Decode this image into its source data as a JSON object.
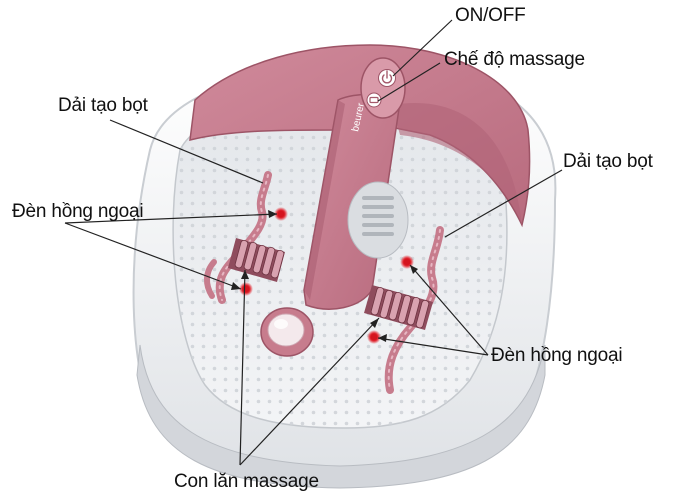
{
  "labels": {
    "on_off": "ON/OFF",
    "mode": "Chế độ massage",
    "bubble_left": "Dải tạo bọt",
    "bubble_right": "Dải tạo bọt",
    "infrared_left": "Đèn hồng ngoại",
    "infrared_right": "Đèn hồng ngoại",
    "roller": "Con lăn massage"
  },
  "device": {
    "brand": "beurer"
  },
  "colors": {
    "body": "#f2f3f5",
    "accent": "#c77c8d",
    "accent_dark": "#a55a6c",
    "light": "#e0212b"
  }
}
